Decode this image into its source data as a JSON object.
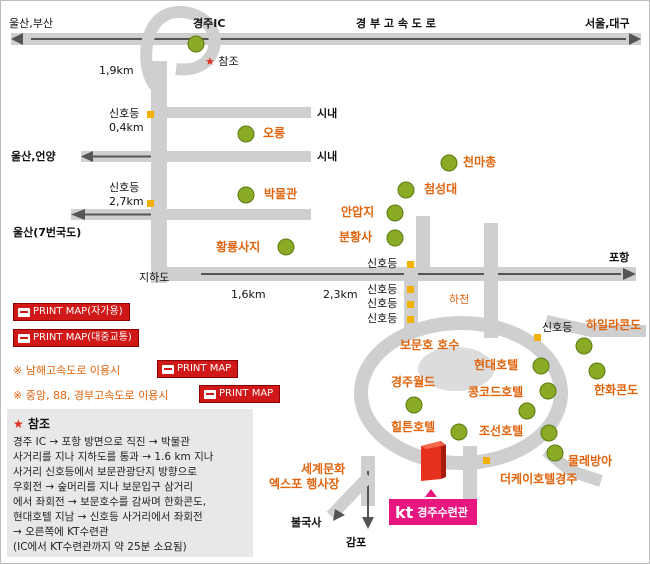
{
  "colors": {
    "road": "#cfcfcf",
    "highway_dark": "#666666",
    "tree": "#8bab26",
    "signal": "#f2b100",
    "print": "#d01818",
    "kt": "#e8177f",
    "accent": "#e0640e"
  },
  "labels": {
    "ulsan_busan": "울산,부산",
    "gyeongju_ic": "경주IC",
    "expressway": "경 부 고 속 도 로",
    "seoul_daegu": "서울,대구",
    "dist_1_9": "1,9km",
    "ref_star": "참조",
    "signal1": "신호등",
    "dist_0_4": "0,4km",
    "downtown1": "시내",
    "oreung": "오릉",
    "ulsan_eonyang": "울산,언양",
    "downtown2": "시내",
    "cheonmachong": "천마총",
    "signal2": "신호등",
    "dist_2_7": "2,7km",
    "museum": "박물관",
    "cheomseongdae": "첨성대",
    "ulsan_7": "울산(7번국도)",
    "anapji": "안압지",
    "hwangnyongsa": "황룡사지",
    "bunhwangsa": "분황사",
    "signal3": "신호등",
    "pohang": "포항",
    "underpass": "지하도",
    "dist_1_6": "1,6km",
    "dist_2_3": "2,3km",
    "signal4": "신호등",
    "signal5": "신호등",
    "signal6": "신호등",
    "stream": "하천",
    "signal7": "신호등",
    "hilla_condo": "하일라콘도",
    "bomun_lake": "보문호 호수",
    "hyundai_hotel": "현대호텔",
    "hanwha_condo": "한화콘도",
    "gyeongju_world": "경주월드",
    "concord_hotel": "콩코드호텔",
    "joseon_hotel": "조선호텔",
    "hilton_hotel": "힐튼호텔",
    "water_playland": "물레방아",
    "expo1": "세계문화",
    "expo2": "엑스포 행사장",
    "k_hotel": "더케이호텔경주",
    "bulguksa": "불국사",
    "kt_name": "경주수련관",
    "kt_logo": "kt",
    "gampo": "감포"
  },
  "buttons": {
    "print_self": "PRINT MAP(자가용)",
    "print_public": "PRINT MAP(대중교통)",
    "note1": "※ 남해고속도로 이용시",
    "print_note1": "PRINT MAP",
    "note2": "※ 중앙, 88, 경부고속도로 이용시",
    "print_note2": "PRINT MAP"
  },
  "reference": {
    "title": "참조",
    "body": "경주 IC → 포항 방면으로 직진 → 박물관\n사거리를 지나 지하도를 통과 → 1.6 km 지나\n사거리 신호등에서 보문관광단지 방향으로\n우회전 → 숲머리를 지나 보문입구 삼거리\n에서 좌회전 → 보문호수를 감싸며 한화콘도,\n현대호텔 지남 → 신호등 사거리에서 좌회전\n→ 오른쪽에 KT수련관\n(IC에서 KT수련관까지 약 25분 소요됨)"
  }
}
